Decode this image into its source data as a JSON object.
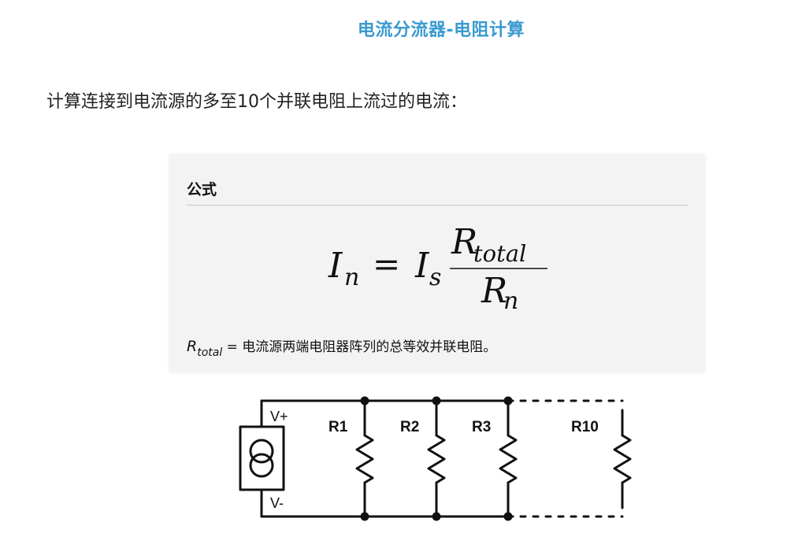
{
  "title": "电流分流器-电阻计算",
  "intro": "计算连接到电流源的多至10个并联电阻上流过的电流：",
  "formula_box": {
    "heading": "公式",
    "lhs_symbol": "I",
    "lhs_sub": "n",
    "equals": "=",
    "rhs_symbol": "I",
    "rhs_sub": "s",
    "numerator_symbol": "R",
    "numerator_sub": "total",
    "denominator_symbol": "R",
    "denominator_sub": "n",
    "note_symbol": "R",
    "note_sub": "total",
    "note_text": " = 电流源两端电阻器阵列的总等效并联电阻。"
  },
  "circuit": {
    "source_plus": "V+",
    "source_minus": "V-",
    "resistors": [
      "R1",
      "R2",
      "R3",
      "R10"
    ]
  }
}
